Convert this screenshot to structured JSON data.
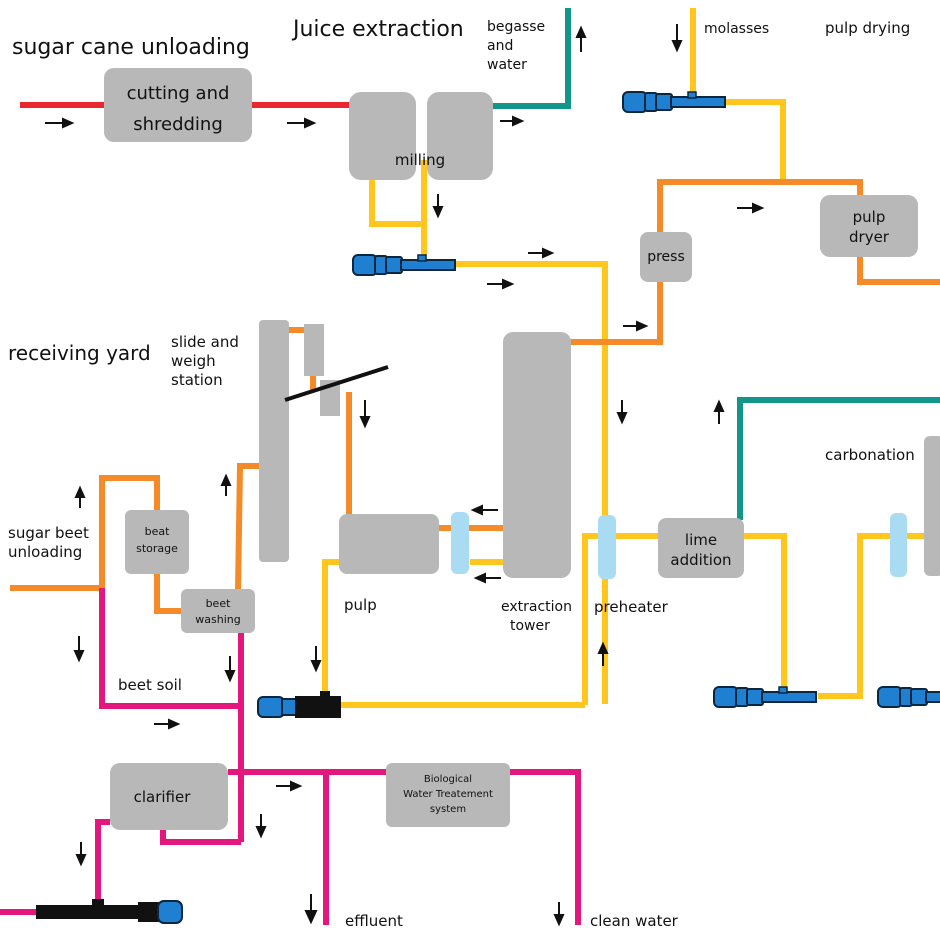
{
  "colors": {
    "red": "#e8282e",
    "teal": "#12968a",
    "yellow": "#ffc61e",
    "orange": "#f58a28",
    "magenta": "#e4177f",
    "gray": "#b8b8b8",
    "light_blue": "#a9dcf2",
    "pump_blue": "#1f7fd0",
    "black": "#111111"
  },
  "sections": {
    "cane_unloading": "sugar cane unloading",
    "juice_extraction": "Juice extraction",
    "receiving_yard": "receiving yard",
    "pulp_drying": "pulp drying",
    "carbonation": "carbonation"
  },
  "units": {
    "cutting_line1": "cutting and",
    "cutting_line2": "shredding",
    "milling": "milling",
    "press": "press",
    "pulp_dryer_line1": "pulp",
    "pulp_dryer_line2": "dryer",
    "beet_storage_line1": "beat",
    "beet_storage_line2": "storage",
    "beet_washing_line1": "beet",
    "beet_washing_line2": "washing",
    "lime_line1": "lime",
    "lime_line2": "addition",
    "clarifier": "clarifier",
    "bio_line1": "Biological",
    "bio_line2": "Water Treatement",
    "bio_line3": "system"
  },
  "labels": {
    "begasse_line1": "begasse",
    "begasse_line2": "and",
    "begasse_line3": "water",
    "molasses": "molasses",
    "slide_line1": "slide and",
    "slide_line2": "weigh",
    "slide_line3": "station",
    "sugar_beet_line1": "sugar beet",
    "sugar_beet_line2": "unloading",
    "pulp": "pulp",
    "extraction_line1": "extraction",
    "extraction_line2": "tower",
    "preheater": "preheater",
    "beet_soil": "beet soil",
    "effluent": "effluent",
    "clean_water": "clean water"
  }
}
